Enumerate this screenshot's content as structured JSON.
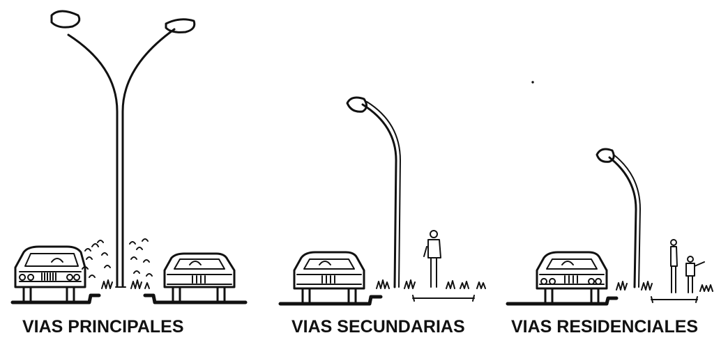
{
  "panels": [
    {
      "label": "VIAS PRINCIPALES"
    },
    {
      "label": "VIAS SECUNDARIAS"
    },
    {
      "label": "VIAS RESIDENCIALES"
    }
  ],
  "colors": {
    "ink": "#111111",
    "background": "#ffffff"
  }
}
